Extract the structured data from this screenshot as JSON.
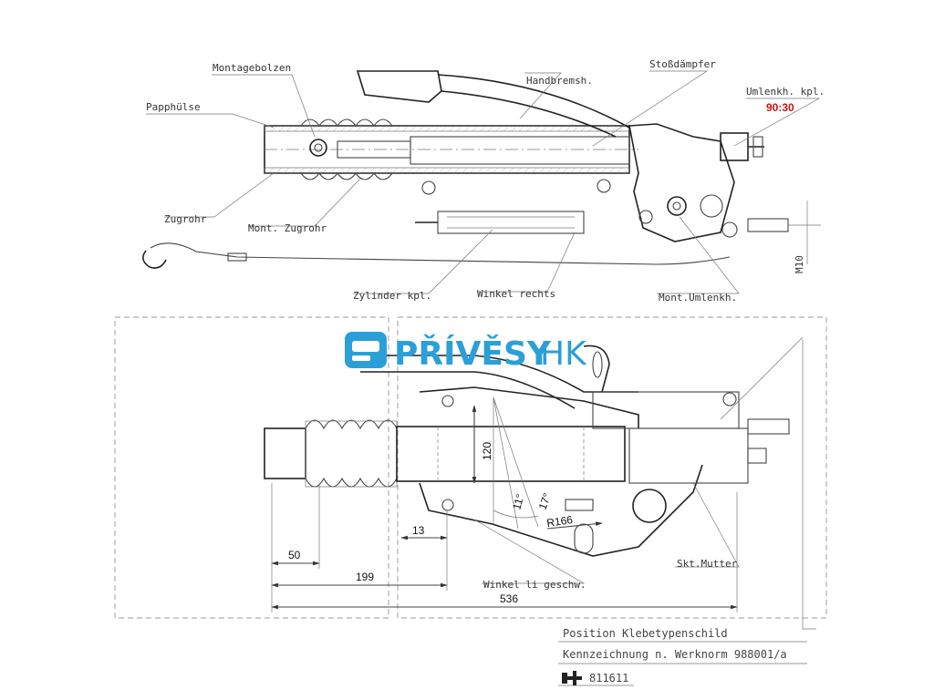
{
  "labels": {
    "montagebolzen": "Montagebolzen",
    "papphuelse": "Papphülse",
    "handbremsh": "Handbremsh.",
    "stossdaempfer": "Stoßdämpfer",
    "umlenkh_kpl": "Umlenkh. kpl.",
    "zugrohr": "Zugrohr",
    "mont_zugrohr": "Mont. Zugrohr",
    "zylinder_kpl": "Zylinder kpl.",
    "winkel_rechts": "Winkel rechts",
    "mont_umlenkh": "Mont.Umlenkh.",
    "m10": "M10",
    "skt_mutter": "Skt.Mutter",
    "winkel_li": "Winkel li geschw."
  },
  "annotation": {
    "text": "90:30",
    "color": "#d01010"
  },
  "dimensions": {
    "d120": "120",
    "d11deg": "11°",
    "d17deg": "17°",
    "r166": "R166",
    "d13": "13",
    "d50": "50",
    "d199": "199",
    "d536": "536"
  },
  "logo": {
    "part1": "PŘÍVĚSY",
    "part2": "HK",
    "color": "#2a9fd8"
  },
  "title_block": {
    "position": "Position Klebetypenschild",
    "kennzeichnung": "Kennzeichnung n. Werknorm 988001/a",
    "number": "811611"
  }
}
